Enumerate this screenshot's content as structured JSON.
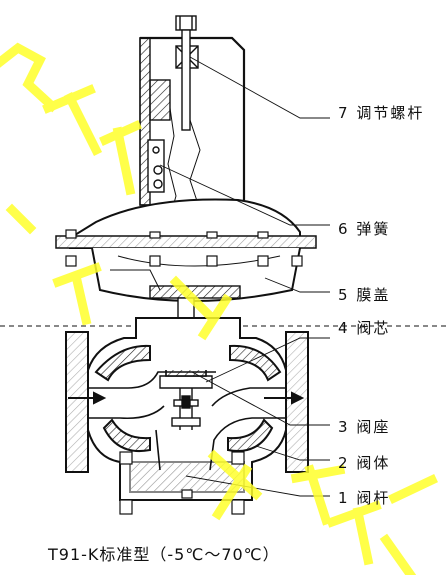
{
  "labels": [
    {
      "num": "7",
      "text": "调节螺杆"
    },
    {
      "num": "6",
      "text": "弹簧"
    },
    {
      "num": "5",
      "text": "膜盖"
    },
    {
      "num": "4",
      "text": "阀芯"
    },
    {
      "num": "3",
      "text": "阀座"
    },
    {
      "num": "2",
      "text": "阀体"
    },
    {
      "num": "1",
      "text": "阀杆"
    }
  ],
  "caption": "T91-K标准型（-5℃～70℃）",
  "colors": {
    "line": "#111111",
    "hatch": "#222222",
    "watermark": "#ffff2a"
  }
}
